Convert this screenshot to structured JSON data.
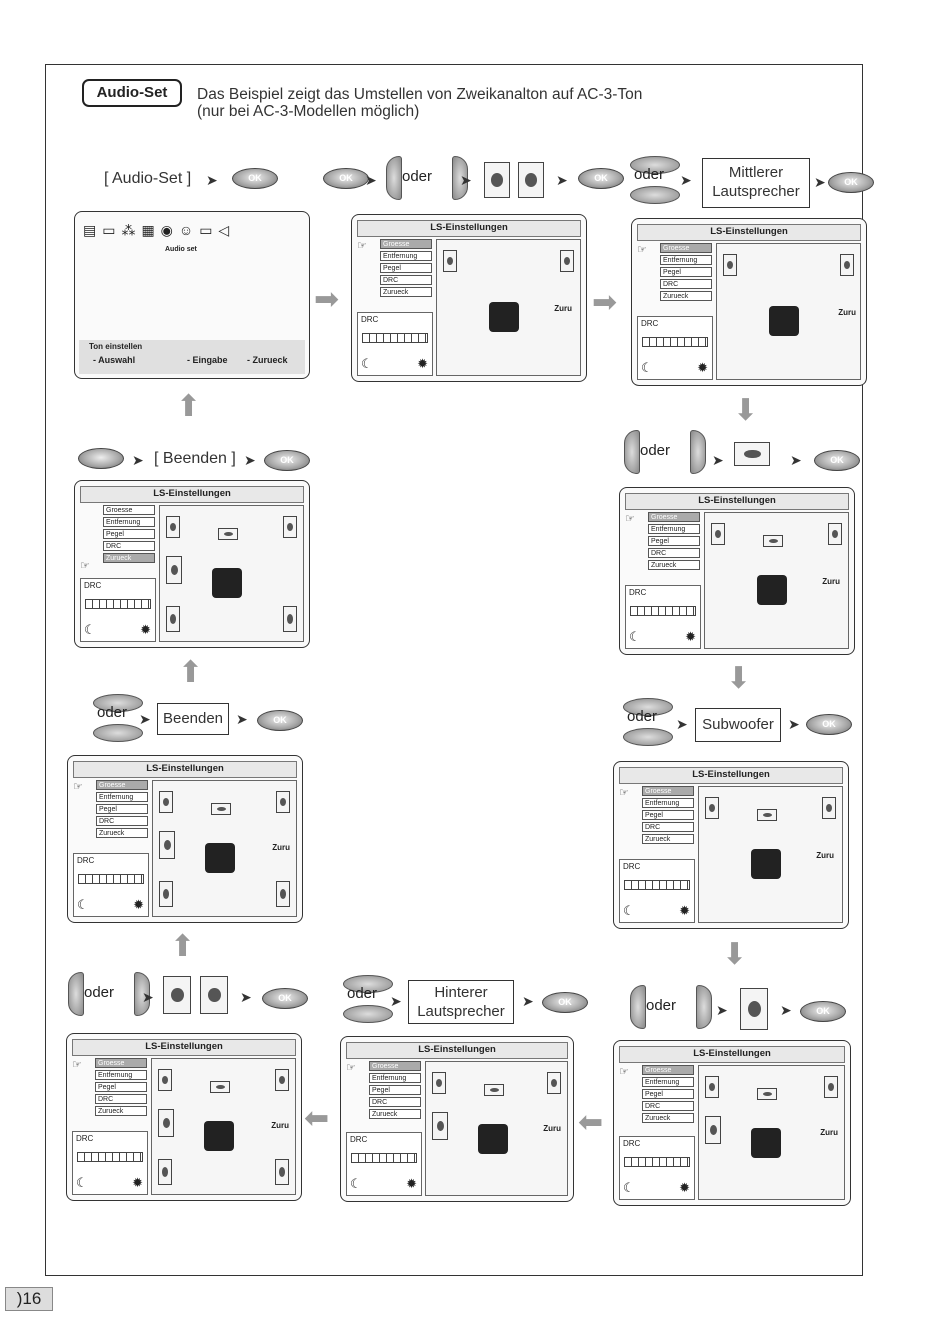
{
  "header": {
    "tag_label": "Audio-Set",
    "intro_line1": "Das Beispiel zeigt das Umstellen von Zweikanalton auf AC-3-Ton",
    "intro_line2": "(nur bei AC-3-Modellen möglich)"
  },
  "labels": {
    "audio_set": "[ Audio-Set ]",
    "beenden_bracket": "[ Beenden ]",
    "beenden": "Beenden",
    "oder": "oder",
    "mittlerer_line1": "Mittlerer",
    "mittlerer_line2": "Lautsprecher",
    "subwoofer": "Subwoofer",
    "hinterer_line1": "Hinterer",
    "hinterer_line2": "Lautsprecher",
    "ok": "OK"
  },
  "audio_screen": {
    "caption": "Audio set",
    "footer_title": "Ton einstellen",
    "auswahl": "- Auswahl",
    "eingabe": "- Eingabe",
    "zurueck": "- Zurueck"
  },
  "ls_screen": {
    "title": "LS-Einstellungen",
    "menu": [
      "Groesse",
      "Entfernung",
      "Pegel",
      "DRC",
      "Zurueck"
    ],
    "drc_label": "DRC",
    "zuru": "Zuru"
  },
  "page_number": ")16"
}
